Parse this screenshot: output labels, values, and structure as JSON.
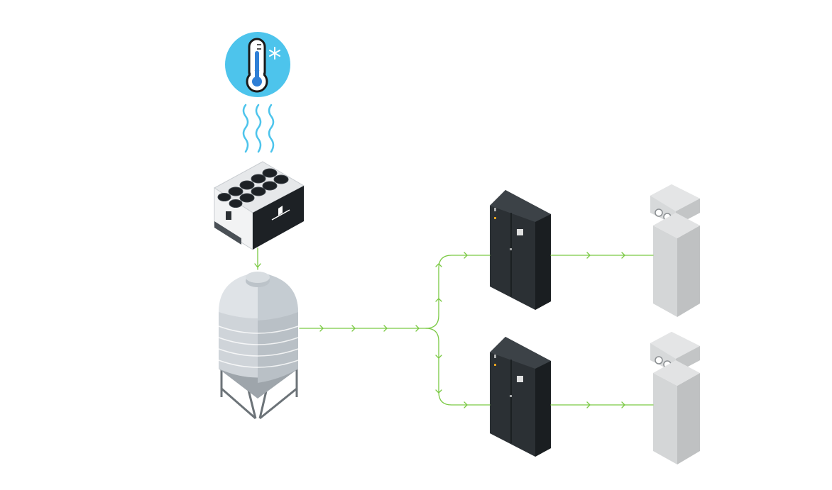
{
  "diagram": {
    "icons": {
      "ambient": "thermometer-snowflake-icon",
      "airflow": "wavy-air-lines-icon",
      "chiller": "free-cooling-chiller-icon",
      "tank": "thermal-storage-tank-icon",
      "indoor_unit": "crac-unit-icon",
      "server_rack": "server-rack-icon"
    },
    "colors": {
      "ambient_circle": "#4dc4ec",
      "air_lines": "#4dc4ec",
      "flow_line": "#7ac943",
      "cabinet": "#2b3034",
      "rack": "#cfd1d2",
      "tank": "#d4d8dc"
    },
    "nodes": [
      {
        "id": "ambient",
        "kind": "thermometer-snowflake-icon"
      },
      {
        "id": "chiller",
        "kind": "free-cooling-chiller-icon"
      },
      {
        "id": "tank",
        "kind": "thermal-storage-tank-icon"
      },
      {
        "id": "crac-top",
        "kind": "crac-unit-icon"
      },
      {
        "id": "crac-bottom",
        "kind": "crac-unit-icon"
      },
      {
        "id": "rack-top",
        "kind": "server-rack-icon"
      },
      {
        "id": "rack-bottom",
        "kind": "server-rack-icon"
      }
    ],
    "edges": [
      {
        "from": "chiller",
        "to": "tank"
      },
      {
        "from": "tank",
        "to": "crac-top"
      },
      {
        "from": "tank",
        "to": "crac-bottom"
      },
      {
        "from": "crac-top",
        "to": "rack-top"
      },
      {
        "from": "crac-bottom",
        "to": "rack-bottom"
      }
    ]
  }
}
